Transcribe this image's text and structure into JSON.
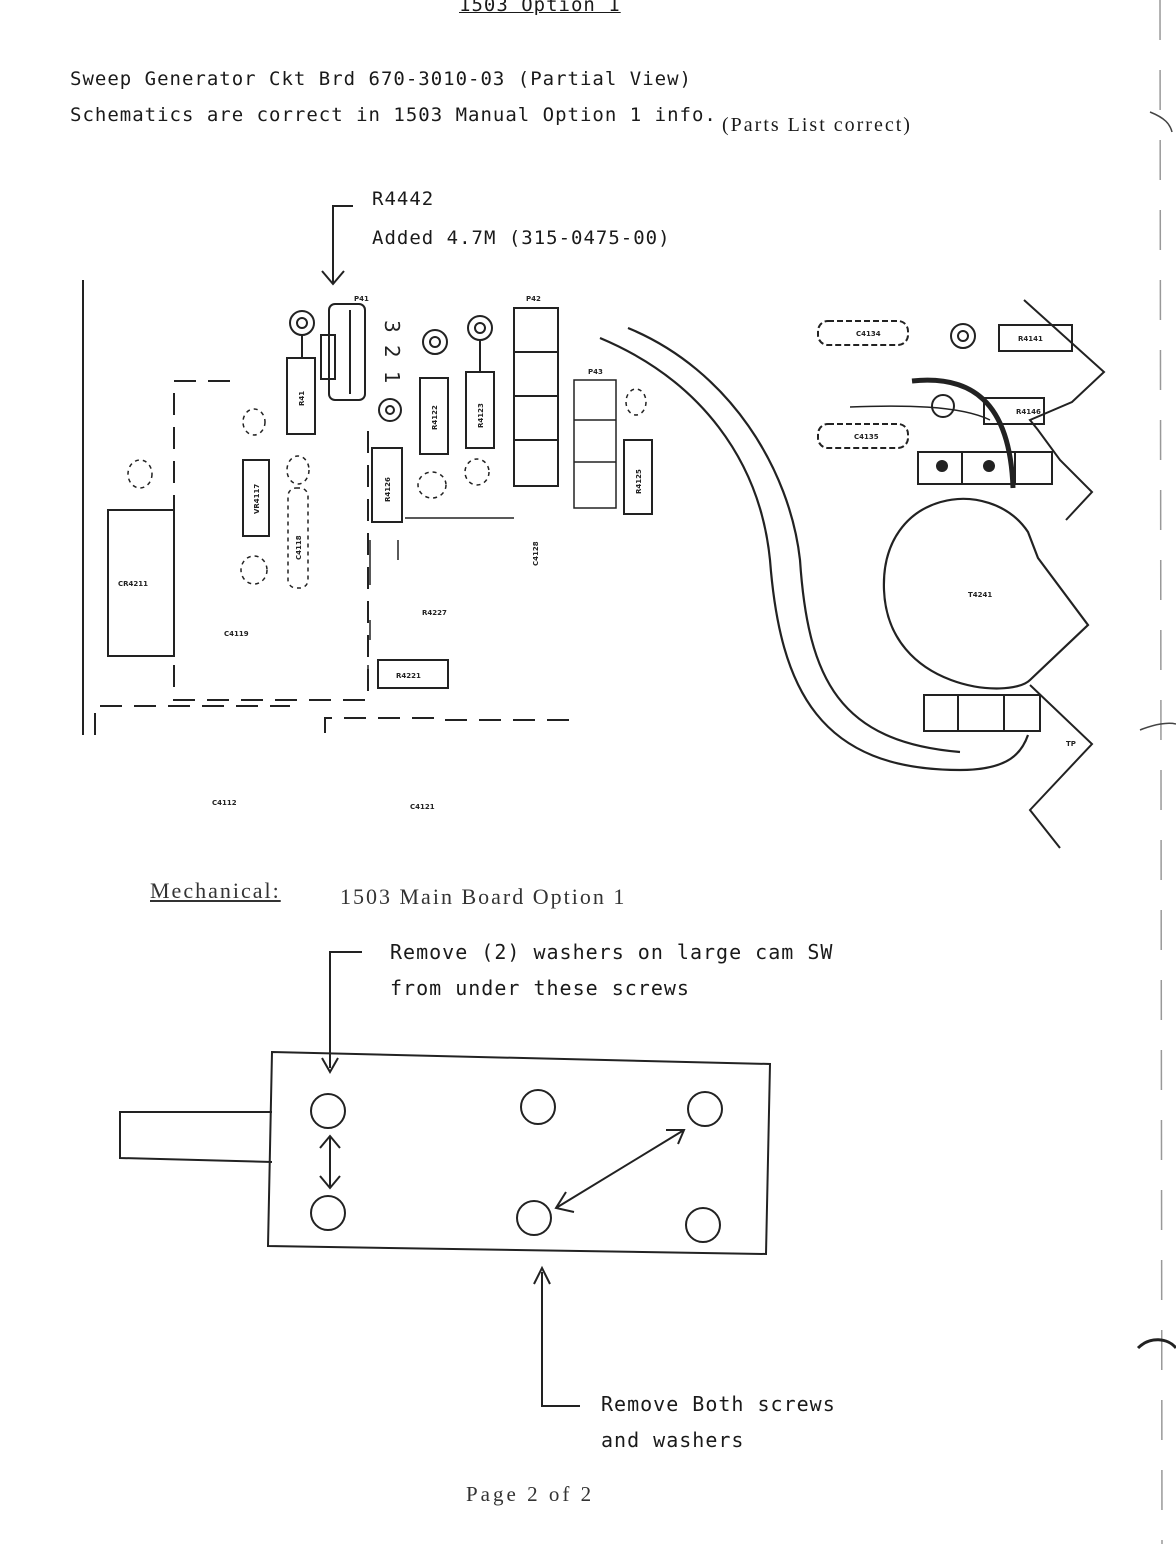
{
  "header": {
    "title": "1503  Option 1",
    "line1": "Sweep Generator Ckt Brd  670-3010-03  (Partial View)",
    "line2": "Schematics are correct in 1503 Manual Option 1 info.",
    "line2_note": "(Parts List correct)"
  },
  "callout_top": {
    "ref": "R4442",
    "desc": "Added 4.7M  (315-0475-00)"
  },
  "board_labels": {
    "p41": "P41",
    "p42": "P42",
    "p43": "P43",
    "r41": "R41",
    "r4122": "R4122",
    "r4123": "R4123",
    "r4126": "R4126",
    "r4125": "R4125",
    "vr4117": "VR4117",
    "c4118": "C4118",
    "c4128": "C4128",
    "cr4211": "CR4211",
    "c4119": "C4119",
    "r4227": "R4227",
    "r4221": "R4221",
    "c4112": "C4112",
    "c4121": "C4121",
    "c4134": "C4134",
    "r4141": "R4141",
    "r4146": "R4146",
    "c4135": "C4135",
    "t4241": "T4241",
    "tp": "TP",
    "pin1": "1",
    "pin2": "2",
    "pin3": "3"
  },
  "mechanical": {
    "heading": "Mechanical:",
    "subtitle": "1503 Main Board Option 1",
    "callout1_line1": "Remove (2) washers on large cam  SW",
    "callout1_line2": "from under these screws",
    "callout2_line1": "Remove Both screws",
    "callout2_line2": "and washers"
  },
  "footer": {
    "page": "Page 2 of 2"
  }
}
